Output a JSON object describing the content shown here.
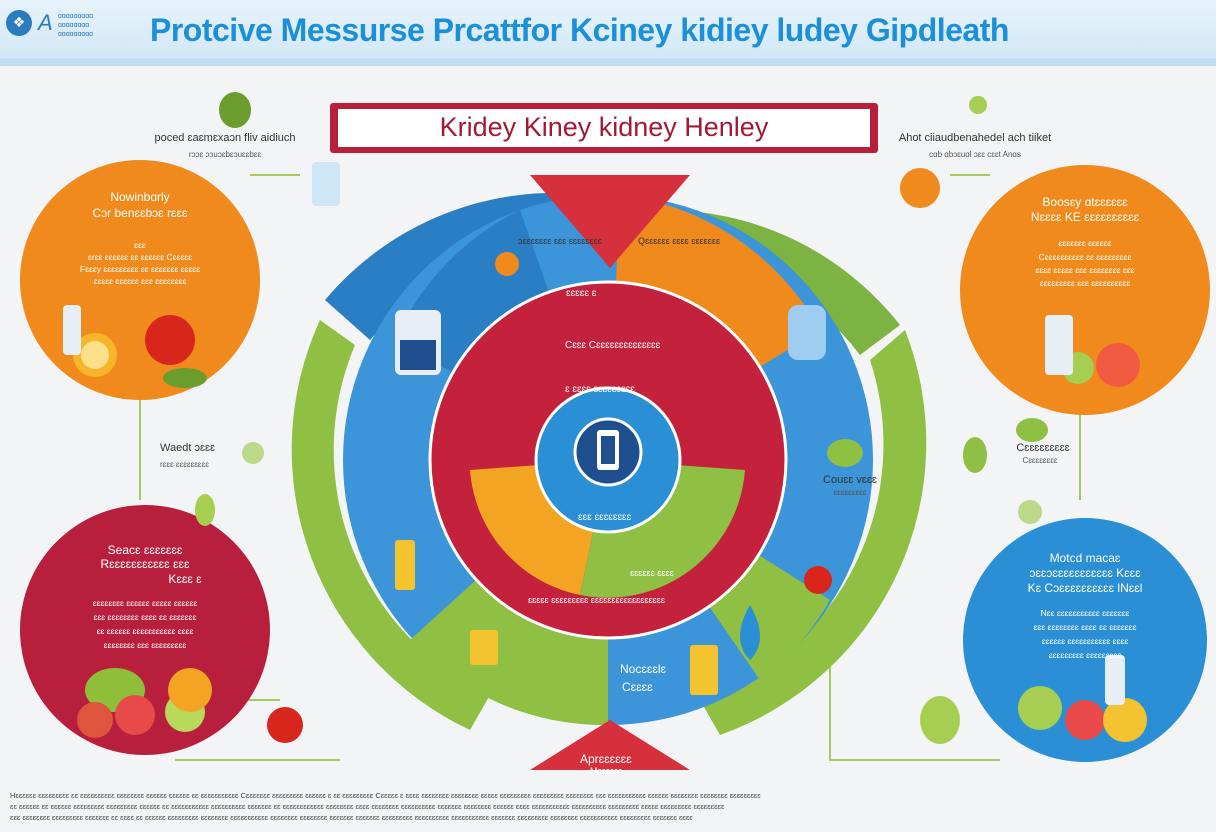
{
  "header": {
    "title": "Protcive Messurse Prcattfor Kciney kidiey ludey Gipdleath",
    "logo_letter": "A",
    "logo_text": "ɑɑɑɑɑɑɑɑɑ ɑɑɑɑɑɑɑɑ ɑɑɑɑɑɑɑɑɑ"
  },
  "banner": {
    "title": "Kridey Kiney kidney Henley"
  },
  "top_left": {
    "title": "poced ɛaɛmɛxaɔn fliv aidiuch",
    "sub": "rɔɔɛ ɔɔuɔɛbɛɔuɛɛbɛɛ"
  },
  "top_right": {
    "title": "Ahot ciiaudbenahedel ach tiiket",
    "sub": "cɑb ɑbɔɛuɑl ɔɛɛ cɛɛt Anɑs"
  },
  "circles": {
    "orange_left": {
      "title": "Nowinbɑrly",
      "subtitle": "Cɔr benɛɛbɔɛ rɛɛɛ",
      "lines": [
        "ɛɛɛ",
        "ɛrɛɛ ɛɛɛɛɛɛ ɛɛ ɛɛɛɛɛɛ Cɛɛɛɛɛ",
        "Fɛɛɛy ɛɛɛɛɛɛɛɛɛ ɛɛ ɛɛɛɛɛɛɛ ɛɛɛɛɛ",
        "ɛɛɛɛɛ ɛɛɛɛɛɛ ɛɛɛ ɛɛɛɛɛɛɛɛ"
      ]
    },
    "orange_right": {
      "title": "Boosɛy ɑtɛɛɛɛɛɛ",
      "subtitle": "Nɛɛɛɛ KE ɛɛɛɛɛɛɛɛɛɛ",
      "lines": [
        "ɛɛɛɛɛɛɛ ɛɛɛɛɛɛ",
        "Cɛɛɛɛɛɛɛɛɛɛ ɛɛ ɛɛɛɛɛɛɛɛɛ",
        "ɛɛɛɛ ɛɛɛɛɛ ɛɛɛ ɛɛɛɛɛɛɛɛ ɛɛɛ",
        "ɛɛɛɛɛɛɛɛɛ ɛɛɛ ɛɛɛɛɛɛɛɛɛɛ"
      ]
    },
    "red_left": {
      "title": "Seacɛ ɛɛɛɛɛɛɛ",
      "subtitle": "Rɛɛɛɛɛɛɛɛɛɛɛ ɛɛɛ",
      "subtitle2": "Kɛɛɛ ɛ",
      "lines": [
        "ɛɛɛɛɛɛɛɛ ɛɛɛɛɛɛ ɛɛɛɛɛ ɛɛɛɛɛɛ",
        "ɛɛɛ ɛɛɛɛɛɛɛɛ ɛɛɛɛ ɛɛ ɛɛɛɛɛɛɛ",
        "ɛɛ ɛɛɛɛɛɛ ɛɛɛɛɛɛɛɛɛɛɛ ɛɛɛɛ",
        "ɛɛɛɛɛɛɛɛ ɛɛɛ ɛɛɛɛɛɛɛɛɛ"
      ]
    },
    "blue_right": {
      "title": "Motcd macaɛ",
      "subtitle": "ɔɛɛɔɛɛɛɛɛɛɛɛɛɛɛ Kɛɛɛ",
      "subtitle2": "Kɛ Cɔɛɛɛɛɛɛɛɛɛɛ lNɛɛl",
      "lines": [
        "Nɛɛ ɛɛɛɛɛɛɛɛɛɛɛ ɛɛɛɛɛɛɛ",
        "ɛɛɛ ɛɛɛɛɛɛɛɛ ɛɛɛɛ ɛɛ ɛɛɛɛɛɛɛ",
        "ɛɛɛɛɛɛ ɛɛɛɛɛɛɛɛɛɛɛ ɛɛɛɛ",
        "ɛɛɛɛɛɛɛɛɛ ɛɛɛɛɛɛɛɛɛ"
      ]
    }
  },
  "side": {
    "left_mid": {
      "title": "Waedt ɔɛɛɛ",
      "sub": "rɛɛɛ ɛɛɛɛɛɛɛɛɛ"
    },
    "right_mid": {
      "title": "Couɛɛ vɛɛɛ",
      "sub": "ɛɛɛɛɛɛɛɛɛ"
    },
    "right_mid2": {
      "title": "Cɛɛɛɛɛɛɛɛɛ",
      "sub": "Cɛɛɛɛɛɛɛɛ"
    }
  },
  "wheel": {
    "top_label": "ɔɛɛɛɛɛɛɛ ɛɛɛ ɛɛɛɛɛɛɛɛ",
    "top_label2": "Qɛɛɛɛɛɛ ɛɛɛɛ ɛɛɛɛɛɛɛ",
    "inner_red": "Cɛɛɛ Cɛɛɛɛɛɛɛɛɛɛɛɛɛɛ",
    "inner_center_top": "ɛ ɛɛɛɛ ɛɛɛɛɛɛɛɛɛ",
    "inner_center_bottom": "ɛɛɛ ɛɛɛɛɛɛɛɛ",
    "orange_arc": "ɛɛɛɛɛ ɛ",
    "bottom_red": "ɛɛɛɛɛ ɛɛɛɛɛɛɛɛɛ ɛɛɛɛɛɛɛɛɛɛɛɛɛɛɛɛɛɛ",
    "bottom_label": "Nocɛɛɛlɛ",
    "bottom_label2": "Cɛɛɛɛ",
    "bottom_arrow": "Aprɛɛɛɛɛɛ",
    "bottom_arrow2": "Mɛɛɛɛɛɛ",
    "green_small": "ɛɛɛɛɛɛ ɛɛɛɛ"
  },
  "footer": {
    "line1": "Hɛɛɛɛɛɛ ɛɛɛɛɛɛɛɛɛ ɛɛ ɛɛɛɛɛɛɛɛɛɛ ɛɛɛɛɛɛɛɛ ɛɛɛɛɛɛ ɛɛɛɛɛɛ ɛɛ ɛɛɛɛɛɛɛɛɛɛɛ Cɛɛɛɛɛɛɛ ɛɛɛɛɛɛɛɛɛ ɛɛɛɛɛɛ ɛ ɛɛ ɛɛɛɛɛɛɛɛɛ Cɛɛɛɛɛ ɛ ɛɛɛɛ ɛɛɛɛɛɛɛɛ ɛɛɛɛɛɛɛɛ ɛɛɛɛɛ ɛɛɛɛɛɛɛɛɛ ɛɛɛɛɛɛɛɛɛ ɛɛɛɛɛɛɛɛ ɛɛɛ ɛɛɛɛɛɛɛɛɛɛɛ ɛɛɛɛɛɛ ɛɛɛɛɛɛɛɛ ɛɛɛɛɛɛɛɛ ɛɛɛɛɛɛɛɛɛ",
    "line2": "ɛɛ ɛɛɛɛɛɛ ɛɛ ɛɛɛɛɛɛ ɛɛɛɛɛɛɛɛɛ ɛɛɛɛɛɛɛɛɛ ɛɛɛɛɛɛ ɛɛ ɛɛɛɛɛɛɛɛɛɛɛ ɛɛɛɛɛɛɛɛɛɛ ɛɛɛɛɛɛɛ ɛɛ ɛɛɛɛɛɛɛɛɛɛɛɛ ɛɛɛɛɛɛɛɛ ɛɛɛɛ ɛɛɛɛɛɛɛɛ ɛɛɛɛɛɛɛɛɛɛ ɛɛɛɛɛɛɛ ɛɛɛɛɛɛɛɛ ɛɛɛɛɛɛ ɛɛɛɛ ɛɛɛɛɛɛɛɛɛɛɛ ɛɛɛɛɛɛɛɛɛɛ ɛɛɛɛɛɛɛɛɛ ɛɛɛɛɛ ɛɛɛɛɛɛɛɛɛ ɛɛɛɛɛɛɛɛɛ",
    "line3": "ɛɛɛ ɛɛɛɛɛɛɛɛ ɛɛɛɛɛɛɛɛɛ ɛɛɛɛɛɛɛ ɛɛ ɛɛɛɛ ɛɛ ɛɛɛɛɛɛ ɛɛɛɛɛɛɛɛɛ ɛɛɛɛɛɛɛɛ ɛɛɛɛɛɛɛɛɛɛɛ ɛɛɛɛɛɛɛɛ ɛɛɛɛɛɛɛɛ ɛɛɛɛɛɛɛ ɛɛɛɛɛɛɛ ɛɛɛɛɛɛɛɛɛ ɛɛɛɛɛɛɛɛɛɛ ɛɛɛɛɛɛɛɛɛɛɛ ɛɛɛɛɛɛɛ ɛɛɛɛɛɛɛɛɛ ɛɛɛɛɛɛɛɛ ɛɛɛɛɛɛɛɛɛɛɛ ɛɛɛɛɛɛɛɛɛ ɛɛɛɛɛɛɛ ɛɛɛɛ"
  },
  "colors": {
    "blue": "#2a8fd4",
    "red": "#c4213d",
    "green": "#8fc043",
    "orange": "#f08a1c",
    "navy": "#1f4f8f"
  }
}
